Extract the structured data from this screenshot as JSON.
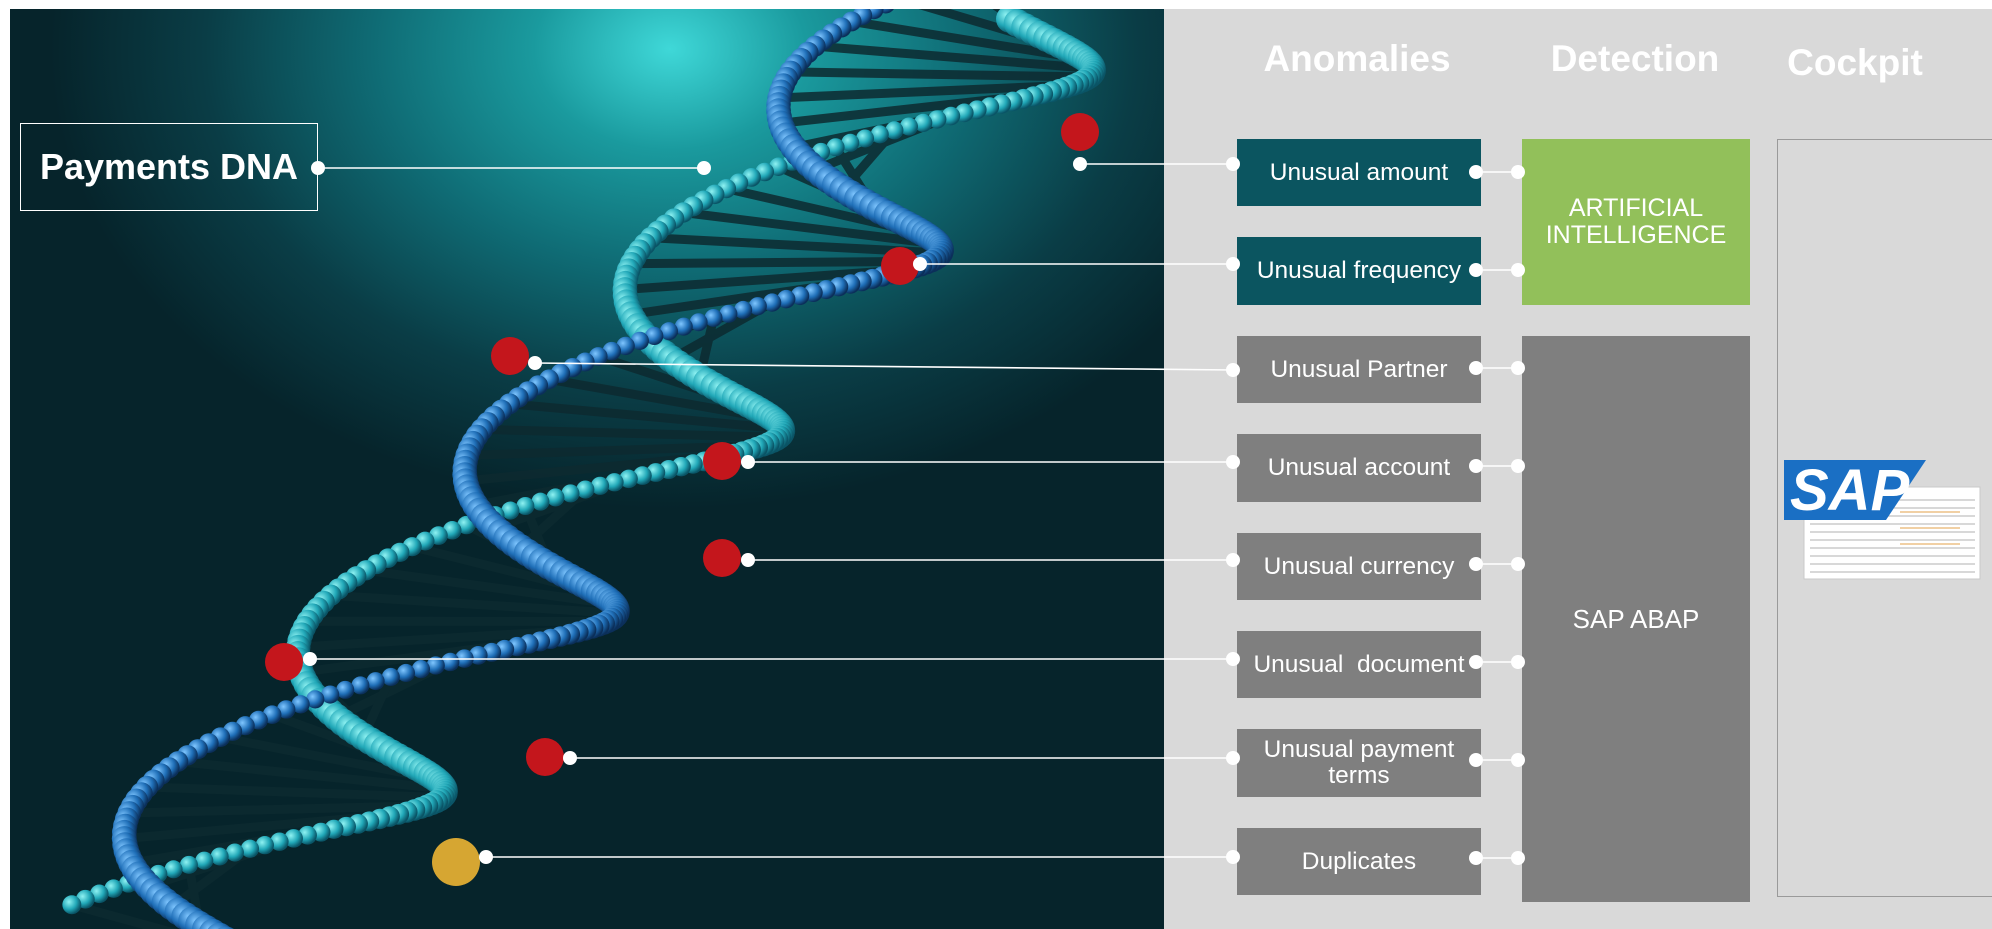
{
  "title": "Payments DNA",
  "columns": {
    "anomalies": "Anomalies",
    "detection": "Detection",
    "cockpit": "Cockpit"
  },
  "anomalies": [
    {
      "label": "Unusual amount",
      "color": "#0b5560"
    },
    {
      "label": "Unusual frequency",
      "color": "#0b5560"
    },
    {
      "label": "Unusual Partner",
      "color": "#7f7f7f"
    },
    {
      "label": "Unusual account",
      "color": "#7f7f7f"
    },
    {
      "label": "Unusual currency",
      "color": "#7f7f7f"
    },
    {
      "label": "Unusual  document",
      "color": "#7f7f7f"
    },
    {
      "label": "Unusual payment terms",
      "color": "#7f7f7f"
    },
    {
      "label": "Duplicates",
      "color": "#7f7f7f"
    }
  ],
  "detection": {
    "ai": "ARTIFICIAL INTELLIGENCE",
    "abap": "SAP ABAP",
    "ai_color": "#92c05a"
  },
  "cockpit": {
    "logo_text": "SAP",
    "logo_color": "#1a6fc4"
  },
  "helix_markers": {
    "red_color": "#c4161c",
    "gold_color": "#d6a632"
  }
}
